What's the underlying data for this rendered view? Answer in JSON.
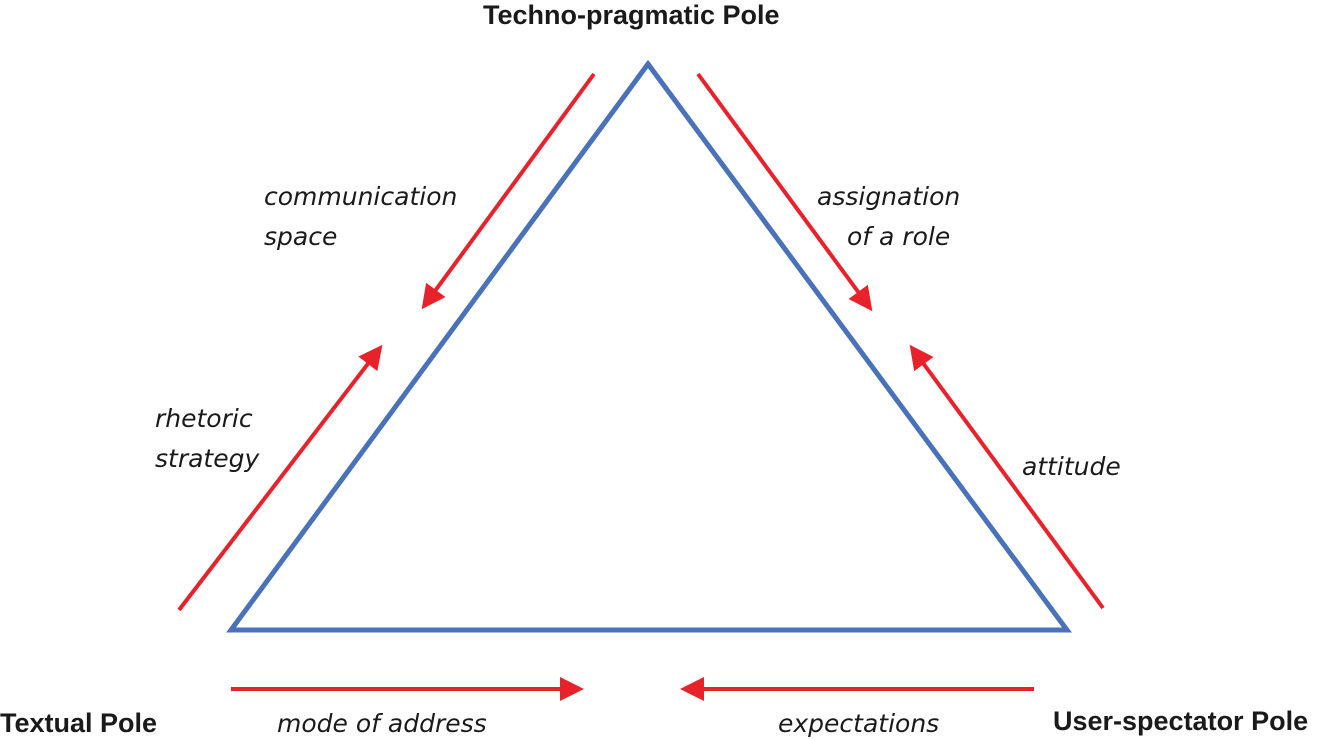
{
  "colors": {
    "triangle": "#4a72b8",
    "arrow": "#e8222b",
    "text": "#1a1a1a",
    "background": "#ffffff"
  },
  "poles": {
    "top": "Techno-pragmatic Pole",
    "left": "Textual Pole",
    "right": "User-spectator Pole"
  },
  "arrows": {
    "communication_space": {
      "line1": "communication",
      "line2": "space"
    },
    "rhetoric_strategy": {
      "line1": "rhetoric",
      "line2": "strategy"
    },
    "assignation_of_a_role": {
      "line1": "assignation",
      "line2": "of a role"
    },
    "attitude": {
      "line1": "attitude"
    },
    "mode_of_address": {
      "line1": "mode of address"
    },
    "expectations": {
      "line1": "expectations"
    }
  }
}
